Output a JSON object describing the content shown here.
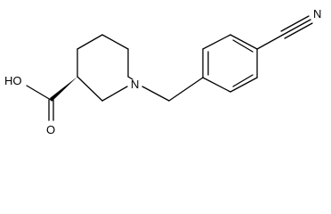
{
  "molecule": {
    "atoms": {
      "hydroxyl": "HO",
      "carbonyl_oxygen": "O",
      "ring_nitrogen": "N",
      "nitrile_nitrogen": "N"
    }
  },
  "colors": {
    "bond": "#000000",
    "background": "#ffffff"
  }
}
